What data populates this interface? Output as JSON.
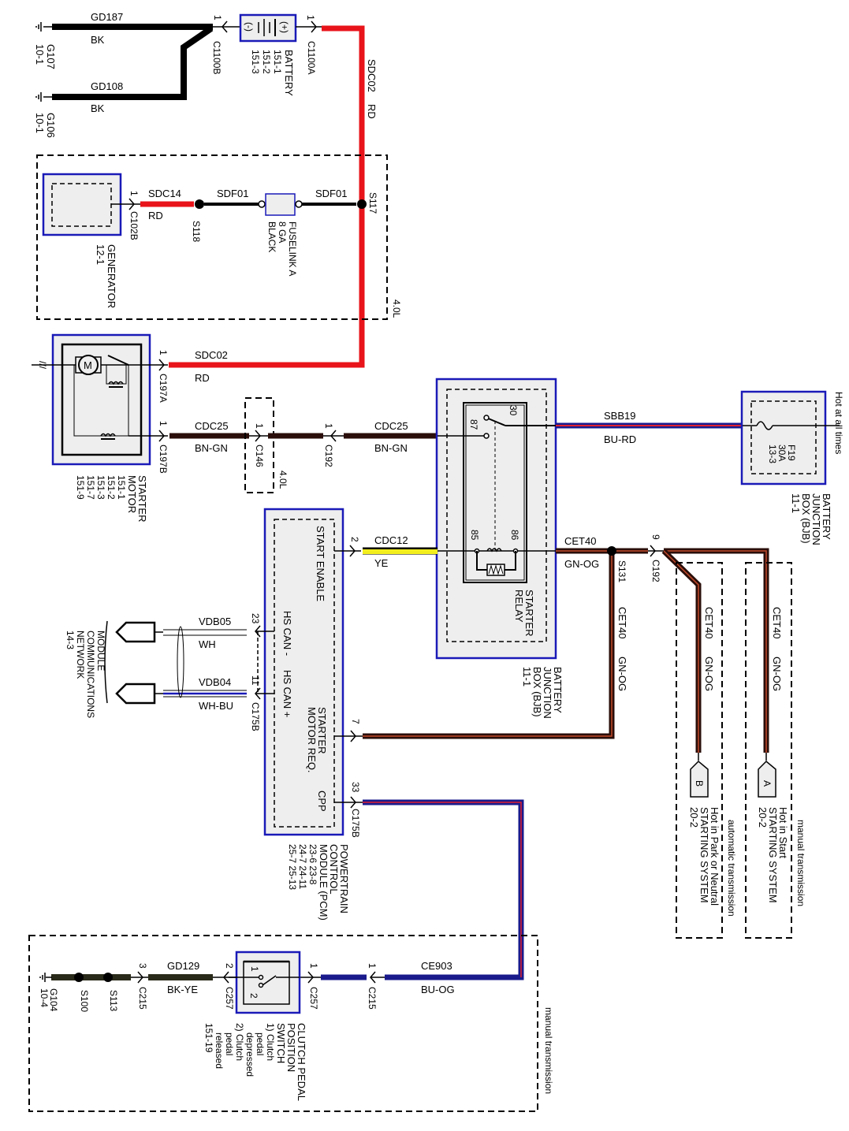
{
  "diagram": {
    "title": "Starting System Wiring Diagram",
    "colors": {
      "black_wire": "#000000",
      "red_wire": "#e8141a",
      "brown_green_wire": "#2a0e0a",
      "gn_og_stripe": "#c24a2a",
      "blue_wire": "#1a1a8c",
      "blue_red_stripe": "#e02030",
      "yellow_wire": "#f2ee1e",
      "component_border": "#1a1ab8",
      "component_fill": "#eeeeee"
    },
    "grounds": [
      {
        "id": "G107",
        "ref": "10-1",
        "circuit": "GD187",
        "color": "BK"
      },
      {
        "id": "G106",
        "ref": "10-1",
        "circuit": "GD108",
        "color": "BK"
      },
      {
        "id": "G104",
        "ref": "10-4"
      }
    ],
    "battery": {
      "name": "BATTERY",
      "refs": [
        "151-1",
        "151-2",
        "151-3"
      ],
      "neg_connector": "C1100B",
      "pos_connector": "C1100A",
      "neg_pin": "1",
      "pos_pin": "1",
      "neg_symbol": "(-)",
      "pos_symbol": "(+)"
    },
    "wires": {
      "sdc02_vertical": {
        "circuit": "SDC02",
        "color": "RD"
      },
      "sdc14": {
        "circuit": "SDC14",
        "color": "RD"
      },
      "sdf01_a": {
        "circuit": "SDF01"
      },
      "sdf01_b": {
        "circuit": "SDF01"
      },
      "sdc02_starter": {
        "circuit": "SDC02",
        "color": "RD"
      },
      "cdc25_a": {
        "circuit": "CDC25",
        "color": "BN-GN"
      },
      "cdc25_b": {
        "circuit": "CDC25",
        "color": "BN-GN"
      },
      "sbb19": {
        "circuit": "SBB19",
        "color": "BU-RD"
      },
      "cdc12": {
        "circuit": "CDC12",
        "color": "YE"
      },
      "cet40_main": {
        "circuit": "CET40",
        "color": "GN-OG"
      },
      "cet40_s131": {
        "circuit": "CET40",
        "color": "GN-OG"
      },
      "cet40_b": {
        "circuit": "CET40",
        "color": "GN-OG"
      },
      "cet40_a": {
        "circuit": "CET40",
        "color": "GN-OG"
      },
      "vdb05": {
        "circuit": "VDB05",
        "color": "WH"
      },
      "vdb04": {
        "circuit": "VDB04",
        "color": "WH-BU"
      },
      "gd129": {
        "circuit": "GD129",
        "color": "BK-YE"
      },
      "ce903": {
        "circuit": "CE903",
        "color": "BU-OG"
      }
    },
    "generator": {
      "name": "GENERATOR",
      "ref": "12-1",
      "connector": "C102B",
      "pin": "1"
    },
    "splices": [
      "S118",
      "S117",
      "S131",
      "S100",
      "S113"
    ],
    "fuselink": {
      "lines": [
        "FUSELINK A",
        "8 GA",
        "BLACK"
      ]
    },
    "engine_option": "4.0L",
    "starter_motor": {
      "name_lines": [
        "STARTER",
        "MOTOR"
      ],
      "refs": [
        "151-1",
        "151-2",
        "151-3",
        "151-7",
        "151-9"
      ],
      "connector_a": "C197A",
      "connector_b": "C197B",
      "pin_a": "1",
      "pin_b": "1",
      "motor_symbol": "M"
    },
    "inline_connectors": {
      "c146": {
        "id": "C146",
        "pin": "1"
      },
      "c192_top": {
        "id": "C192",
        "pin": "1"
      },
      "c192_cet": {
        "id": "C192",
        "pin": "9"
      }
    },
    "starter_relay": {
      "name_lines": [
        "STARTER",
        "RELAY"
      ],
      "pins": {
        "p30": "30",
        "p87": "87",
        "p85": "85",
        "p86": "86"
      },
      "bjb_lines": [
        "BATTERY",
        "JUNCTION",
        "BOX (BJB)",
        "11-1"
      ]
    },
    "bjb_fuse": {
      "fuse": "F19",
      "rating": "30A",
      "ref": "13-3",
      "note": "Hot at all times",
      "bjb_lines": [
        "BATTERY",
        "JUNCTION",
        "BOX (BJB)",
        "11-1"
      ]
    },
    "pcm": {
      "name_lines": [
        "POWERTRAIN",
        "CONTROL",
        "MODULE (PCM)",
        "23-6    23-8",
        "24-7    24-11",
        "25-7    25-13"
      ],
      "signals": {
        "start_enable": "START ENABLE",
        "hs_can_minus": "HS CAN -",
        "hs_can_plus": "HS CAN +",
        "starter_req_1": "STARTER",
        "starter_req_2": "MOTOR REQ.",
        "cpp": "CPP"
      },
      "pins": {
        "start_enable": "2",
        "hs_can_minus": "23",
        "hs_can_plus": "11",
        "starter_req": "7",
        "cpp": "33"
      },
      "connector": "C175B"
    },
    "module_network": {
      "lines": [
        "MODULE",
        "COMMUNICATIONS",
        "NETWORK",
        "14-3"
      ]
    },
    "transmission_branches": {
      "automatic": {
        "label": "automatic transmission",
        "connector_letter": "B",
        "lines": [
          "Hot in Park or Neutral",
          "STARTING SYSTEM",
          "20-2"
        ]
      },
      "manual": {
        "label": "manual transmission",
        "connector_letter": "A",
        "lines": [
          "Hot in Start",
          "STARTING SYSTEM",
          "20-2"
        ]
      }
    },
    "clutch_switch": {
      "name_lines": [
        "CLUTCH PEDAL",
        "POSITION",
        "SWITCH",
        "1) Clutch",
        "pedal",
        "depressed",
        "2) Clutch",
        "pedal",
        "released",
        "151-19"
      ],
      "pin_1": "1",
      "pin_2": "2",
      "connector_in": "C257",
      "connector_out": "C257",
      "pin_in": "1",
      "pin_out": "2",
      "c215_in": "C215",
      "c215_in_pin": "1",
      "c215_out": "C215",
      "c215_out_pin": "3",
      "section_label": "manual transmission"
    }
  }
}
